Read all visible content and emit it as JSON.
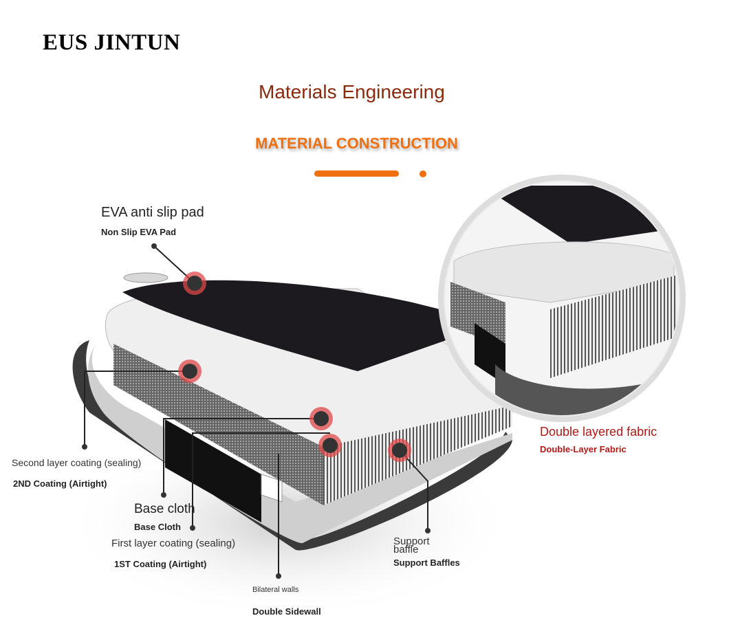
{
  "brand": "EUS JINTUN",
  "header": {
    "title": "Materials Engineering",
    "subtitle": "MATERIAL CONSTRUCTION"
  },
  "labels": {
    "eva": {
      "main": "EVA anti slip pad",
      "sub": "Non Slip EVA Pad"
    },
    "second_coating": {
      "main": "Second layer coating (sealing)",
      "sub": "2ND Coating (Airtight)"
    },
    "base_cloth": {
      "main": "Base cloth",
      "sub": "Base Cloth"
    },
    "first_coating": {
      "main": "First layer coating (sealing)",
      "sub": "1ST Coating (Airtight)"
    },
    "sidewall": {
      "main": "Bilateral walls",
      "sub": "Double Sidewall"
    },
    "baffle": {
      "main": "Support baffle",
      "sub": "Support Baffles"
    },
    "fabric": {
      "main": "Double layered fabric",
      "sub": "Double-Layer Fabric"
    }
  },
  "colors": {
    "accent": "#f07010",
    "title": "#8a2a0c",
    "fabric_label": "#b01818",
    "marker": "#e04848"
  }
}
